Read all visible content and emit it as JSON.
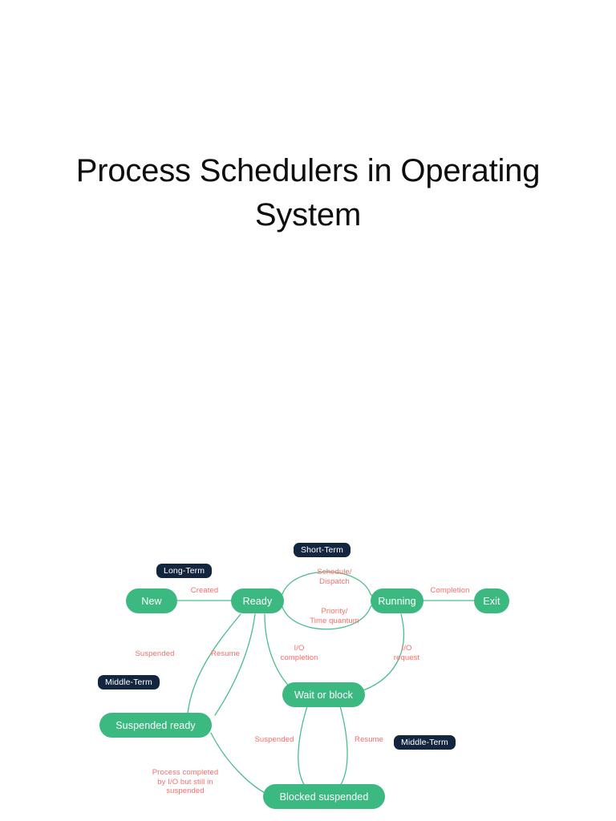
{
  "page": {
    "title": "Process Schedulers in Operating\nSystem",
    "background_color": "#ffffff"
  },
  "colors": {
    "node_green": "#3cb980",
    "edge_green": "#4bbd8c",
    "badge_navy": "#12263f",
    "label_red": "#fa6b6b",
    "node_text": "#ffffff",
    "title_text": "#0d0d0d"
  },
  "diagram": {
    "name": "process-state-transition-diagram",
    "nodes": [
      {
        "id": "new",
        "label": "New"
      },
      {
        "id": "ready",
        "label": "Ready"
      },
      {
        "id": "running",
        "label": "Running"
      },
      {
        "id": "exit",
        "label": "Exit"
      },
      {
        "id": "wait-or-block",
        "label": "Wait or block"
      },
      {
        "id": "suspended-ready",
        "label": "Suspended ready"
      },
      {
        "id": "blocked-suspended",
        "label": "Blocked suspended"
      }
    ],
    "badges": [
      {
        "id": "long-term",
        "label": "Long-Term"
      },
      {
        "id": "short-term",
        "label": "Short-Term"
      },
      {
        "id": "middle-term-left",
        "label": "Middle-Term"
      },
      {
        "id": "middle-term-right",
        "label": "Middle-Term"
      }
    ],
    "edge_labels": [
      {
        "id": "created",
        "label": "Created"
      },
      {
        "id": "schedule-dispatch",
        "label": "Schedule/\nDispatch"
      },
      {
        "id": "priority-time-quantum",
        "label": "Priority/\nTime quantum"
      },
      {
        "id": "completion",
        "label": "Completion"
      },
      {
        "id": "suspended-upper",
        "label": "Suspended"
      },
      {
        "id": "resume-upper",
        "label": "Resume"
      },
      {
        "id": "io-completion",
        "label": "I/O\ncompletion"
      },
      {
        "id": "io-request",
        "label": "I/O\nrequest"
      },
      {
        "id": "suspended-lower",
        "label": "Suspended"
      },
      {
        "id": "resume-lower",
        "label": "Resume"
      },
      {
        "id": "process-completed",
        "label": "Process completed\nby I/O but still in\nsuspended"
      }
    ]
  }
}
